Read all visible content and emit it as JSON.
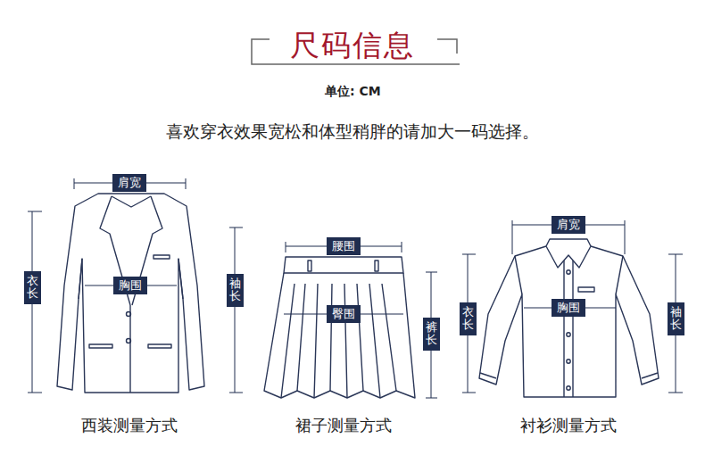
{
  "diagram": {
    "title": "尺码信息",
    "nodes": [
      {
        "text": [
          "肩宽"
        ]
      },
      {
        "text": [
          "衣长"
        ]
      },
      {
        "text": [
          "胸围"
        ]
      },
      {
        "text": [
          "袖长"
        ]
      },
      {
        "text": [
          "腰围"
        ]
      },
      {
        "text": [
          "臀围"
        ]
      },
      {
        "text": [
          "裤长"
        ]
      },
      {
        "text": [
          "肩宽"
        ]
      },
      {
        "text": [
          "衣长"
        ]
      },
      {
        "text": [
          "胸围"
        ]
      },
      {
        "text": [
          "袖长"
        ]
      }
    ],
    "labels": [
      "单位: CM",
      "喜欢穿衣效果宽松和体型稍胖的请加大一码选择。",
      "西装测量方式",
      "裙子测量方式",
      "衬衫测量方式"
    ]
  }
}
